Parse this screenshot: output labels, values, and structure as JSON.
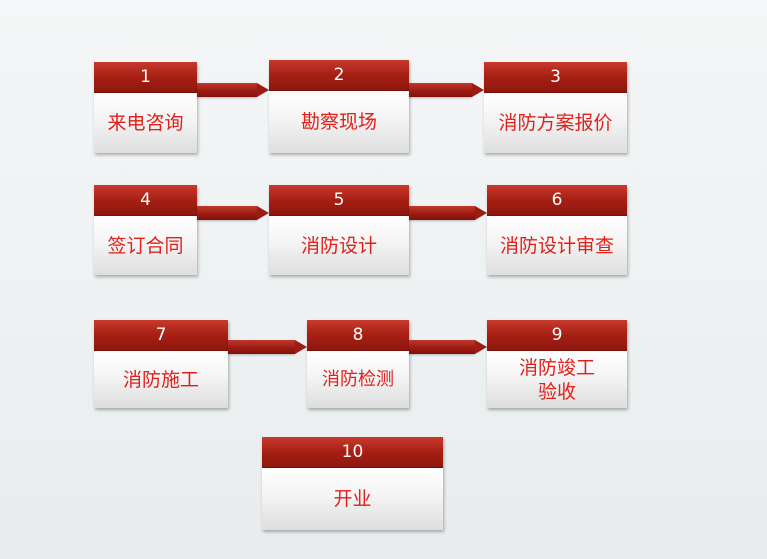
{
  "steps": [
    {
      "number": "1",
      "label": "来电咨询"
    },
    {
      "number": "2",
      "label": "勘察现场"
    },
    {
      "number": "3",
      "label": "消防方案报价"
    },
    {
      "number": "4",
      "label": "签订合同"
    },
    {
      "number": "5",
      "label": "消防设计"
    },
    {
      "number": "6",
      "label": "消防设计审查"
    },
    {
      "number": "7",
      "label": "消防施工"
    },
    {
      "number": "8",
      "label": "消防检测"
    },
    {
      "number": "9",
      "label": "消防竣工\n验收"
    },
    {
      "number": "10",
      "label": "开业"
    }
  ],
  "colors": {
    "header_red": "#a61f14",
    "label_red": "#e0211b",
    "arrow_red": "#9c1b12"
  }
}
